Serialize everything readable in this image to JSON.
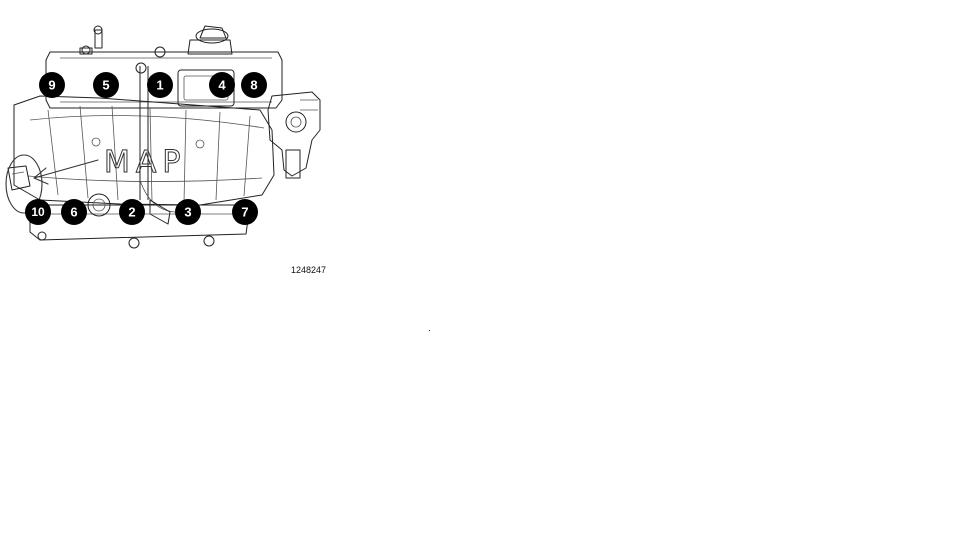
{
  "diagram": {
    "figure_id": "1248247",
    "annotation_text": "MAP",
    "bolt_labels": [
      "1",
      "2",
      "3",
      "4",
      "5",
      "6",
      "7",
      "8",
      "9",
      "10"
    ]
  }
}
